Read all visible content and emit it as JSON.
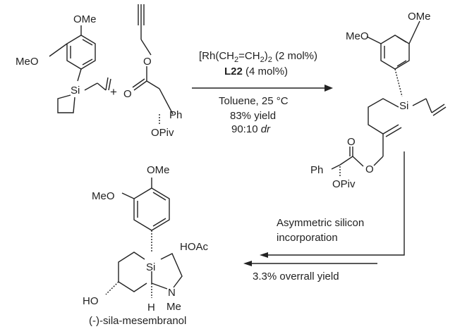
{
  "reactant1": {
    "ome_top": "OMe",
    "ome_left": "MeO",
    "si": "Si"
  },
  "plus": "+",
  "reactant2": {
    "o_ester": "O",
    "o_carbonyl": "O",
    "ph": "Ph",
    "opiv": "OPiv"
  },
  "conditions": {
    "catalyst_prefix": "[Rh(CH",
    "catalyst_sub1": "2",
    "catalyst_mid": "=CH",
    "catalyst_sub2": "2",
    "catalyst_close": ")",
    "catalyst_sub3": "2",
    "catalyst_loading": " (2 mol%)",
    "ligand": "L22",
    "ligand_loading": " (4 mol%)",
    "solvent_temp": "Toluene, 25 °C",
    "yield": "83% yield",
    "dr_value": "90:10 ",
    "dr_label": "dr"
  },
  "product": {
    "ome_top": "OMe",
    "ome_left": "MeO",
    "si": "Si",
    "o_carbonyl": "O",
    "o_ester": "O",
    "ph": "Ph",
    "opiv": "OPiv"
  },
  "step2": {
    "line1": "Asymmetric silicon",
    "line2": "incorporation",
    "yield": "3.3% overrall yield"
  },
  "final": {
    "ome_top": "OMe",
    "ome_left": "MeO",
    "si": "Si",
    "hoac": "HOAc",
    "ho": "HO",
    "n": "N",
    "me": "Me",
    "h": "H",
    "name": "(-)-sila-mesembranol"
  }
}
